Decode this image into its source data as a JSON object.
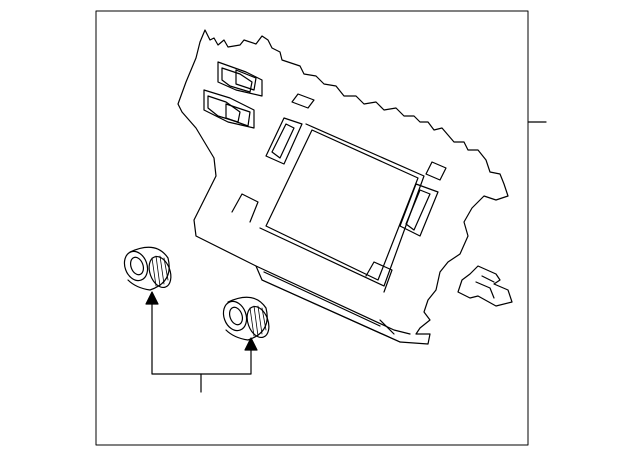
{
  "diagram": {
    "parts": [
      {
        "id": "control-panel",
        "icon": "radio-control-panel-icon"
      },
      {
        "id": "knob-left",
        "icon": "knob-icon"
      },
      {
        "id": "knob-right",
        "icon": "knob-icon"
      },
      {
        "id": "bracket-clip",
        "icon": "bracket-clip-icon"
      }
    ],
    "colors": {
      "stroke": "#000000",
      "background": "#ffffff"
    }
  }
}
